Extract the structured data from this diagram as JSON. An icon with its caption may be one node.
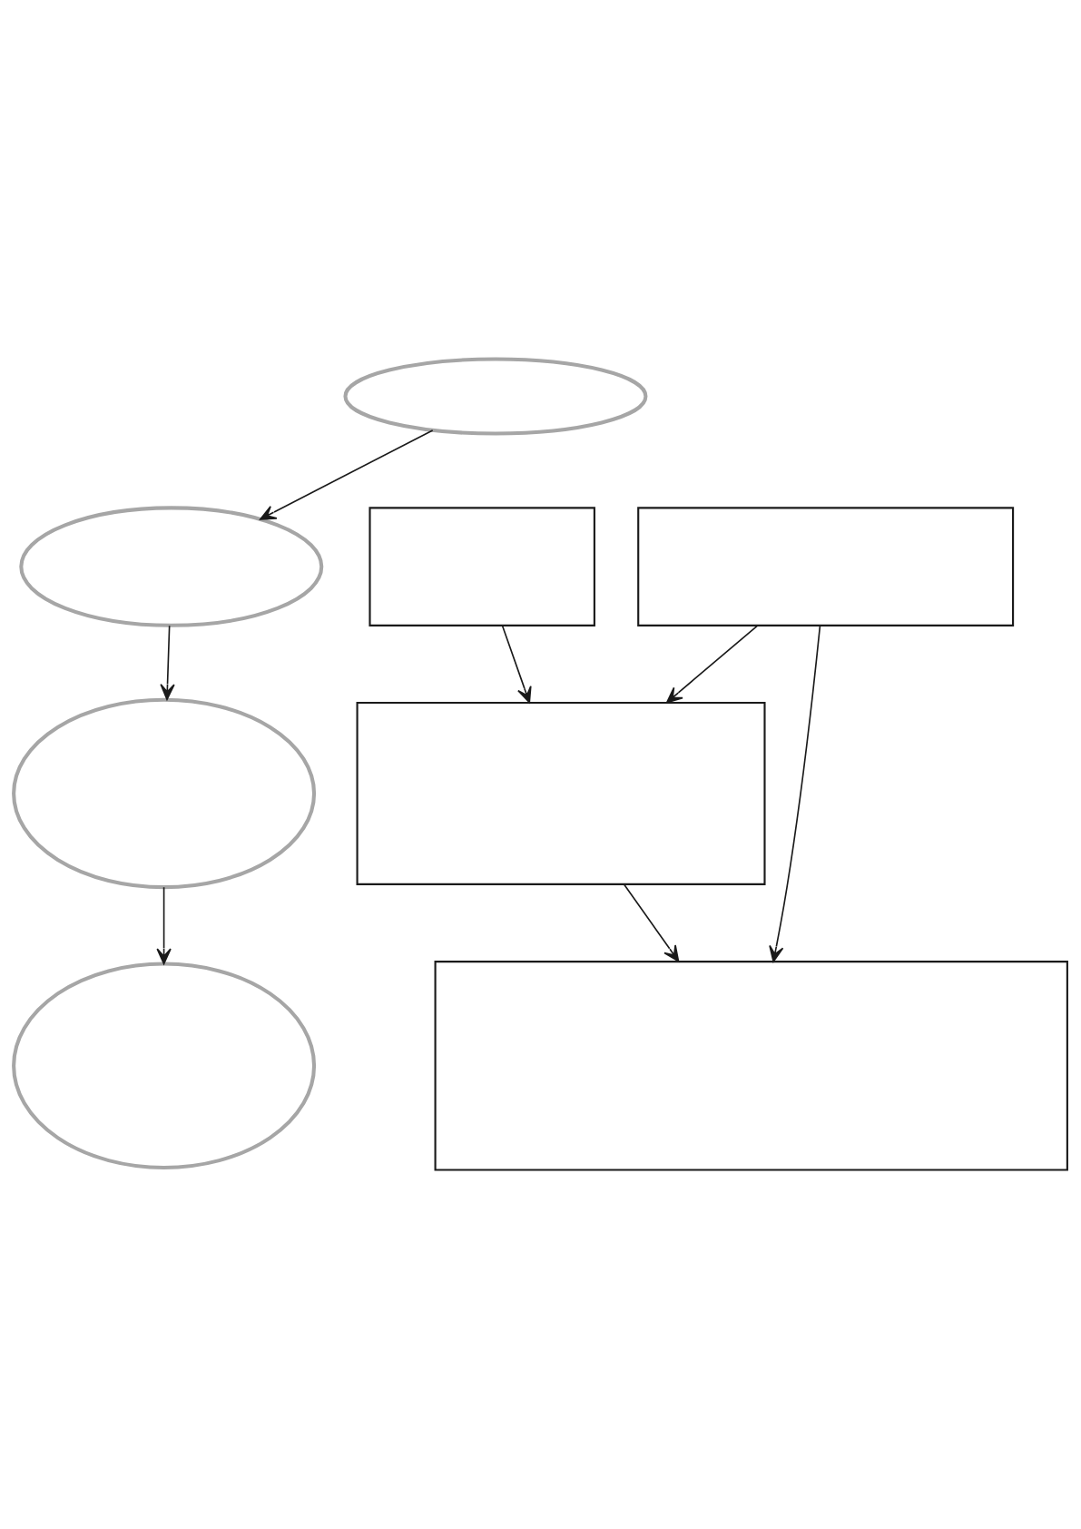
{
  "diagram": {
    "nodes": [
      {
        "text": [],
        "shape": "ellipse"
      },
      {
        "text": [],
        "shape": "ellipse"
      },
      {
        "text": [],
        "shape": "ellipse"
      },
      {
        "text": [],
        "shape": "ellipse"
      },
      {
        "text": [],
        "shape": "box"
      },
      {
        "text": [],
        "shape": "box"
      },
      {
        "text": [],
        "shape": "box"
      },
      {
        "text": [],
        "shape": "box"
      }
    ],
    "edges": [
      {
        "from": 0,
        "to": 1,
        "arrow": "to"
      },
      {
        "from": 1,
        "to": 2,
        "arrow": "to"
      },
      {
        "from": 2,
        "to": 3,
        "arrow": "to"
      },
      {
        "from": 4,
        "to": 7,
        "arrow": "to"
      },
      {
        "from": 4,
        "to": 6,
        "arrow": "to"
      },
      {
        "from": 5,
        "to": 6,
        "arrow": "to"
      },
      {
        "from": 6,
        "to": 7,
        "arrow": "to"
      }
    ]
  }
}
